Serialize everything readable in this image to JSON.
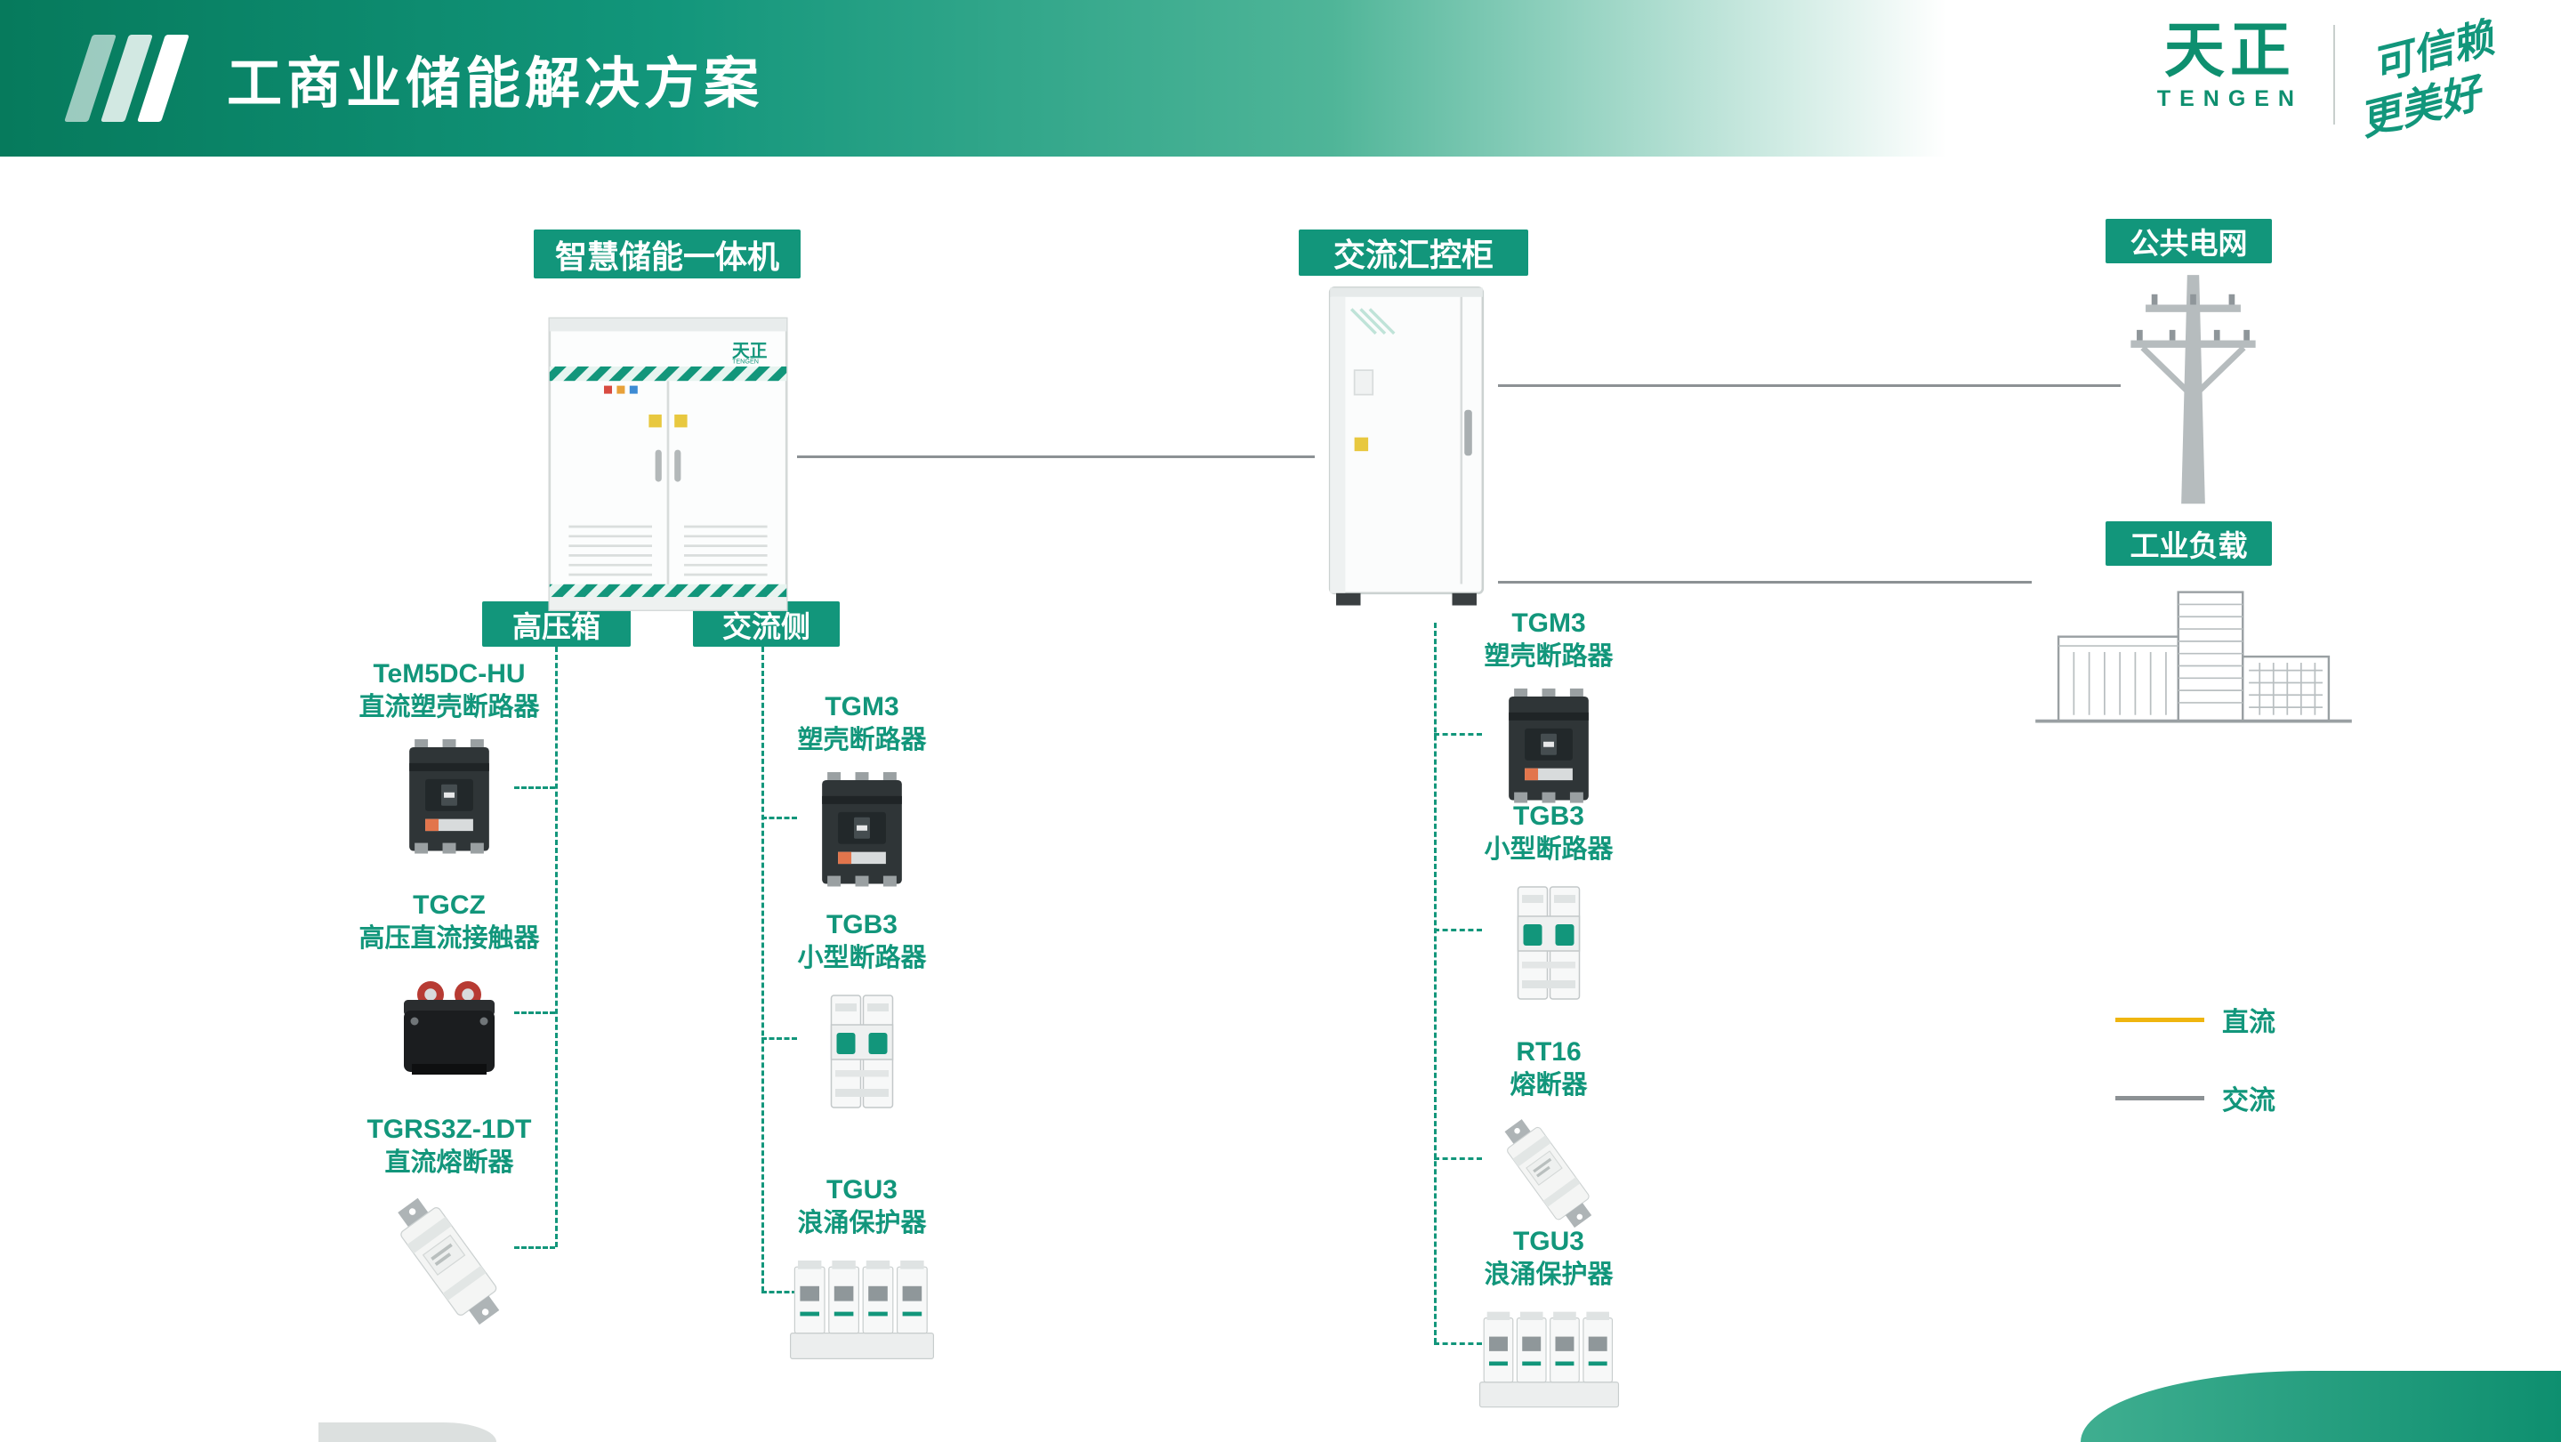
{
  "header": {
    "title": "工商业储能解决方案",
    "brand": {
      "name": "天正",
      "latin": "TENGEN"
    },
    "slogan": {
      "line1": "可信赖",
      "line2": "更美好"
    }
  },
  "nodes": {
    "storage": {
      "label": "智慧储能一体机"
    },
    "combiner": {
      "label": "交流汇控柜"
    },
    "grid": {
      "label": "公共电网"
    },
    "load": {
      "label": "工业负载"
    },
    "hv_box": {
      "label": "高压箱"
    },
    "ac_side": {
      "label": "交流侧"
    }
  },
  "cabinets": {
    "storage_logo": "天正",
    "storage_logo_latin": "TENGEN"
  },
  "products": {
    "hv_branch": [
      {
        "model": "TeM5DC-HU",
        "name": "直流塑壳断路器"
      },
      {
        "model": "TGCZ",
        "name": "高压直流接触器"
      },
      {
        "model": "TGRS3Z-1DT",
        "name": "直流熔断器"
      }
    ],
    "ac_branch": [
      {
        "model": "TGM3",
        "name": "塑壳断路器"
      },
      {
        "model": "TGB3",
        "name": "小型断路器"
      },
      {
        "model": "TGU3",
        "name": "浪涌保护器"
      }
    ],
    "combiner_branch": [
      {
        "model": "TGM3",
        "name": "塑壳断路器"
      },
      {
        "model": "TGB3",
        "name": "小型断路器"
      },
      {
        "model": "RT16",
        "name": "熔断器"
      },
      {
        "model": "TGU3",
        "name": "浪涌保护器"
      }
    ]
  },
  "legend": {
    "items": [
      {
        "label": "直流",
        "color": "#EFB50F"
      },
      {
        "label": "交流",
        "color": "#8C9194"
      }
    ]
  },
  "colors": {
    "accent_teal": "#12967B",
    "dc_yellow": "#EFB50F",
    "ac_gray": "#8C9194"
  }
}
